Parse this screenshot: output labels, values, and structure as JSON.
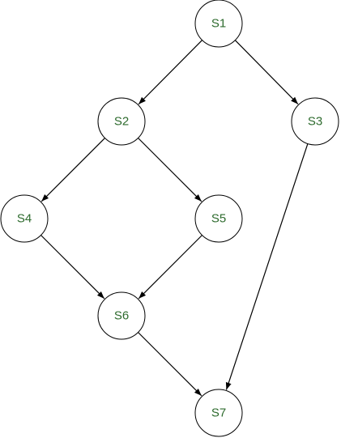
{
  "diagram": {
    "label_color": "#2e6b2e",
    "line_color": "#000000",
    "nodes": {
      "s1": "S1",
      "s2": "S2",
      "s3": "S3",
      "s4": "S4",
      "s5": "S5",
      "s6": "S6",
      "s7": "S7"
    },
    "edges": [
      {
        "from": "s1",
        "to": "s2"
      },
      {
        "from": "s1",
        "to": "s3"
      },
      {
        "from": "s2",
        "to": "s4"
      },
      {
        "from": "s2",
        "to": "s5"
      },
      {
        "from": "s4",
        "to": "s6"
      },
      {
        "from": "s5",
        "to": "s6"
      },
      {
        "from": "s6",
        "to": "s7"
      },
      {
        "from": "s3",
        "to": "s7"
      }
    ]
  }
}
